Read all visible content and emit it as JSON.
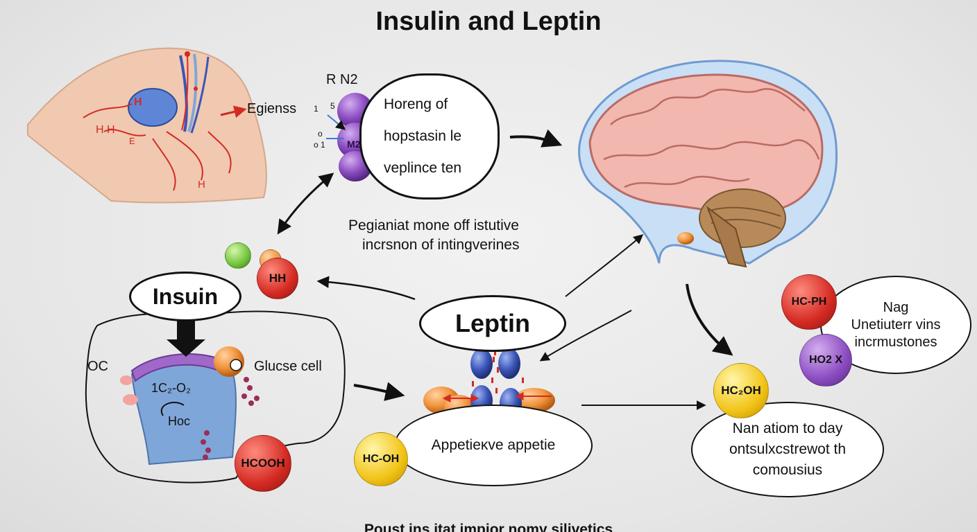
{
  "title": "Insulin and Leptin",
  "top_left": {
    "label_egienss": "Egienss",
    "neck_labels": [
      "H",
      "H H",
      "E",
      "H"
    ]
  },
  "receptor": {
    "label_top": "R  N2",
    "label_m": "M2",
    "small_numbers": [
      "1",
      "5",
      "o",
      "o 1"
    ]
  },
  "bubble_top": {
    "lines": [
      "Horeng of",
      "hopstasin le",
      "veplince ten"
    ]
  },
  "middle_caption": {
    "lines": [
      "Pegianiat mone off istutive",
      "incrsnon of intingverines"
    ]
  },
  "insulin_bubble": {
    "label": "Insuin"
  },
  "cell": {
    "label_oc": "OC",
    "label_glucose": "Glucse cell",
    "label_formula": "1C₂-O₂",
    "label_hoc": "Hoc"
  },
  "molecules": {
    "hh": "HH",
    "hcooh": "HCOOH",
    "hc_oh": "HC-OH",
    "hc_ph": "HC-PH",
    "ho2x": "HO2 X",
    "hc2oh": "HC₂OH"
  },
  "leptin_bubble": {
    "label": "Leptin"
  },
  "appetite_bubble": {
    "label": "Appetieĸve appetie"
  },
  "right_bubble": {
    "lines": [
      "Nag",
      "Unetiuterr vins",
      "incrmustones"
    ]
  },
  "bottom_right_bubble": {
    "lines": [
      "Nan atiom to day",
      "ontsulxcstrewot th",
      "comousius"
    ]
  },
  "bottom_caption": "Poust ins itat impior nomy silivetics",
  "colors": {
    "red_molecule": "#d42a22",
    "purple_molecule": "#8a4bc0",
    "yellow_molecule": "#f2c418",
    "blue_molecule": "#3b55b8",
    "orange_molecule": "#f0923a",
    "green_molecule": "#6fc23a",
    "skin": "#f0c9b0",
    "brain": "#f2b7ae",
    "cell_blue": "#7fa6d8"
  }
}
